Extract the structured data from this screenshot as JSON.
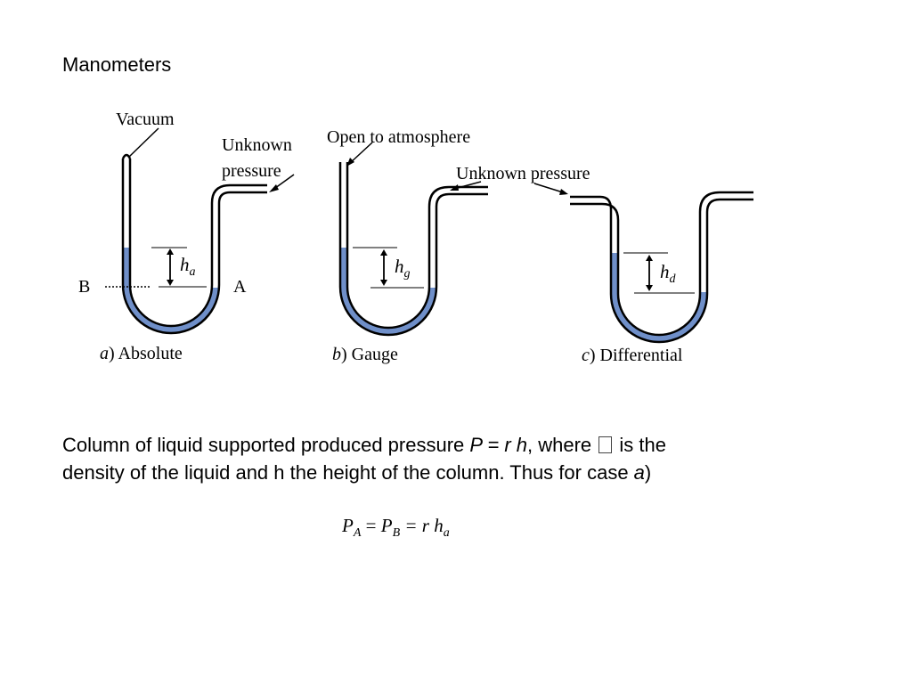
{
  "slide": {
    "title": "Manometers"
  },
  "diagram": {
    "labels": {
      "vacuum": "Vacuum",
      "unknown_pressure_line1": "Unknown",
      "unknown_pressure_line2": "pressure",
      "open_to_atmosphere": "Open to atmosphere",
      "unknown_pressure": "Unknown pressure",
      "point_b": "B",
      "point_a": "A"
    },
    "heights": {
      "ha": "h",
      "ha_sub": "a",
      "hg": "h",
      "hg_sub": "g",
      "hd": "h",
      "hd_sub": "d"
    },
    "captions": {
      "a_letter": "a",
      "a_text": ") Absolute",
      "b_letter": "b",
      "b_text": ")  Gauge",
      "c_letter": "c",
      "c_text": ") Differential"
    },
    "colors": {
      "fluid": "#6f8fc9",
      "tube": "#000000"
    }
  },
  "body": {
    "line1_a": "Column of liquid supported produced pressure ",
    "formula_inline": "P = r h",
    "line1_b": ", where ",
    "line1_c": "  is the",
    "line2_a": "density of the liquid and h the height of the column. Thus for case ",
    "case_letter": "a",
    "line2_b": ")"
  },
  "equation": {
    "pa": "P",
    "pa_sub": "A",
    "eq1": " = ",
    "pb": "P",
    "pb_sub": "B",
    "eq2": " = r h",
    "h_sub": "a"
  }
}
